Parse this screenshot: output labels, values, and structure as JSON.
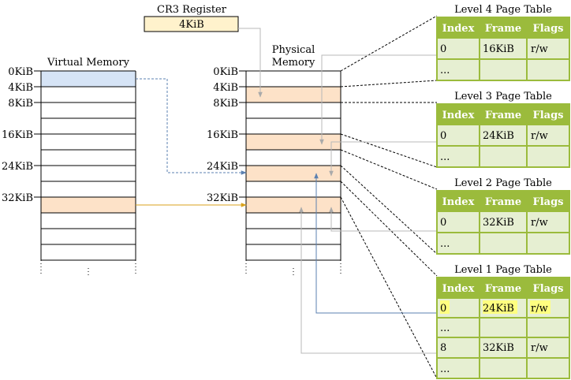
{
  "cr3": {
    "title": "CR3 Register",
    "value": "4KiB"
  },
  "virtual": {
    "title": "Virtual Memory",
    "labels": [
      "0KiB",
      "4KiB",
      "8KiB",
      "16KiB",
      "24KiB",
      "32KiB"
    ]
  },
  "physical": {
    "title_line1": "Physical",
    "title_line2": "Memory",
    "labels": [
      "0KiB",
      "4KiB",
      "8KiB",
      "16KiB",
      "24KiB",
      "32KiB"
    ]
  },
  "tables": [
    {
      "title": "Level 4 Page Table",
      "headers": [
        "Index",
        "Frame",
        "Flags"
      ],
      "rows": [
        [
          "0",
          "16KiB",
          "r/w"
        ],
        [
          "...",
          "",
          ""
        ]
      ]
    },
    {
      "title": "Level 3 Page Table",
      "headers": [
        "Index",
        "Frame",
        "Flags"
      ],
      "rows": [
        [
          "0",
          "24KiB",
          "r/w"
        ],
        [
          "...",
          "",
          ""
        ]
      ]
    },
    {
      "title": "Level 2 Page Table",
      "headers": [
        "Index",
        "Frame",
        "Flags"
      ],
      "rows": [
        [
          "0",
          "32KiB",
          "r/w"
        ],
        [
          "...",
          "",
          ""
        ]
      ]
    },
    {
      "title": "Level 1 Page Table",
      "headers": [
        "Index",
        "Frame",
        "Flags"
      ],
      "rows": [
        [
          "0",
          "24KiB",
          "r/w"
        ],
        [
          "...",
          "",
          ""
        ],
        [
          "8",
          "32KiB",
          "r/w"
        ],
        [
          "...",
          "",
          ""
        ]
      ]
    }
  ],
  "colors": {
    "header_green": "#9bbb3c",
    "row_green": "#e6efd2",
    "frame_orange": "#fde2c8",
    "page_blue": "#d6e4f6",
    "cr3_fill": "#fff2cc",
    "arrow_blue": "#5b80b0",
    "arrow_orange": "#d9a21b",
    "arrow_gray": "#b8b8b8",
    "highlight_yellow": "#ffff80"
  }
}
